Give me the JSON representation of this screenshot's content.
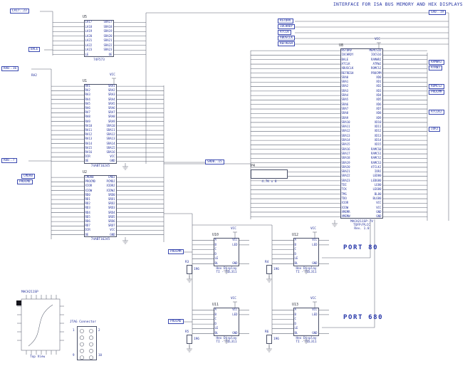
{
  "title": "INTERFACE FOR ISA BUS MEMORY AND HEX DISPLAYS",
  "ports": {
    "port80": "PORT 80",
    "port680": "PORT 680"
  },
  "misc": {
    "vcc": "VCC",
    "gnd": "GND",
    "ra2": "RA2",
    "mach_label": "MACH211SP",
    "top_view": "Top View"
  },
  "p4": {
    "ref": "P4",
    "caption": "4.7K x 8"
  },
  "jtag": {
    "label": "JTAG Connector",
    "n1": "1",
    "n2": "2",
    "n9": "9",
    "n10": "10"
  },
  "tags": [
    {
      "id": "la",
      "text": "LA17..23"
    },
    {
      "id": "sa",
      "text": "SA0..19"
    },
    {
      "id": "bale",
      "text": "BALE"
    },
    {
      "id": "ra",
      "text": "RA0..16"
    },
    {
      "id": "rd",
      "text": "RD0..7"
    },
    {
      "id": "srd",
      "text": "SRD0..15"
    },
    {
      "id": "cmdab",
      "text": "CMDAB"
    },
    {
      "id": "procmd",
      "text": "PROCMD"
    },
    {
      "id": "rstdrv",
      "text": "RSTDRV"
    },
    {
      "id": "iochrdy",
      "text": "IOCHRDY"
    },
    {
      "id": "atclk",
      "text": "ATCLK"
    },
    {
      "id": "xbusclk",
      "text": "XBUSCLK"
    },
    {
      "id": "refresh",
      "text": "REFRESH"
    },
    {
      "id": "ramwrj",
      "text": "RAMWRJ"
    },
    {
      "id": "atrwj",
      "text": "ATRWJ"
    },
    {
      "id": "romcsj",
      "text": "ROMCSJ"
    },
    {
      "id": "procmm",
      "text": "PROCMM"
    },
    {
      "id": "atclkj",
      "text": "ATCLKJ"
    },
    {
      "id": "iorj",
      "text": "IORJ"
    },
    {
      "id": "le80",
      "text": "PROCMM"
    },
    {
      "id": "le680",
      "text": "PROCMD"
    }
  ],
  "components": [
    {
      "id": "u5",
      "ref": "U5",
      "part": [
        "74F573"
      ],
      "left": [
        "LA17",
        "LA18",
        "LA19",
        "LA20",
        "LA21",
        "LA22",
        "LA23",
        "LE"
      ],
      "right": [
        "SRA17",
        "SRA18",
        "SRA19",
        "SRA20",
        "SRA21",
        "SRA22",
        "SRA23",
        "OE"
      ]
    },
    {
      "id": "u1",
      "ref": "U1",
      "part": [
        "74ABT16245"
      ],
      "left": [
        "RA1",
        "RA2",
        "RA3",
        "RA4",
        "RA5",
        "RA6",
        "RA7",
        "RA8",
        "RA9",
        "RA10",
        "RA11",
        "RA12",
        "RA13",
        "RA14",
        "RA15",
        "RA16",
        "DIR",
        "OE"
      ],
      "right": [
        "SRA1",
        "SRA2",
        "SRA3",
        "SRA4",
        "SRA5",
        "SRA6",
        "SRA7",
        "SRA8",
        "SRA9",
        "SRA10",
        "SRA11",
        "SRA12",
        "SRA13",
        "SRA14",
        "SRA15",
        "SRA16",
        "VCC",
        "GND"
      ]
    },
    {
      "id": "u2",
      "ref": "U2",
      "part": [
        "74ABT16245"
      ],
      "left": [
        "CMDAB",
        "PROCMD",
        "XIOR",
        "XIOW",
        "RD0",
        "RD1",
        "RD2",
        "RD3",
        "RD4",
        "RD5",
        "RD6",
        "RD7",
        "DIR",
        "OE"
      ],
      "right": [
        "CMDJ",
        "PCMDJ",
        "XIORJ",
        "XIOWJ",
        "SRD0",
        "SRD1",
        "SRD2",
        "SRD3",
        "SRD4",
        "SRD5",
        "SRD6",
        "SRD7",
        "VCC",
        "GND"
      ]
    },
    {
      "id": "u8",
      "ref": "U8",
      "part": [
        "MACH211SP-7V",
        "TQFP/PLCC",
        "Rev. 1.0"
      ],
      "left": [
        "RSTDRV",
        "IOCHRDY",
        "BALE",
        "ATCLK",
        "XBUSCLK",
        "REFRESH",
        "SRA0",
        "SRA1",
        "SRA2",
        "SRA3",
        "SRA4",
        "SRA5",
        "SRA6",
        "SRA7",
        "SRA8",
        "SRA9",
        "SRA10",
        "SRA11",
        "SRA12",
        "SRA13",
        "SRA14",
        "SRA15",
        "SRA16",
        "SRA17",
        "SRA18",
        "SRA19",
        "SRA20",
        "SRA21",
        "SRA22",
        "SRA23",
        "TDI",
        "TCK",
        "TMS",
        "TDO",
        "XIOR",
        "XIOW",
        "XMEMR",
        "XMEMW"
      ],
      "right": [
        "MEMCS16",
        "IOCS16",
        "RAMWRJ",
        "ATRWJ",
        "ROMCSJ",
        "PROCMM",
        "XD0",
        "XD1",
        "XD2",
        "XD3",
        "XD4",
        "XD5",
        "XD6",
        "XD7",
        "XD8",
        "XD9",
        "XD10",
        "XD11",
        "XD12",
        "XD13",
        "XD14",
        "XD15",
        "RAMCS0",
        "RAMCS1",
        "RAMCS2",
        "RAMCS3",
        "ATCLKJ",
        "IORJ",
        "LED80",
        "LED680",
        "LE80",
        "LE680",
        "BL80",
        "BL680",
        "VCC",
        "VCC",
        "GND",
        "GND"
      ]
    },
    {
      "id": "u10",
      "ref": "U10",
      "part": [
        "Hex Display",
        "TI - TIL311"
      ],
      "left": [
        "A",
        "B",
        "C",
        "D",
        "LE",
        "BL"
      ],
      "right": [
        "VCC",
        "LED",
        "",
        "",
        "",
        "GND"
      ]
    },
    {
      "id": "u12",
      "ref": "U12",
      "part": [
        "Hex Display",
        "TI - TIL311"
      ],
      "left": [
        "A",
        "B",
        "C",
        "D",
        "LE",
        "BL"
      ],
      "right": [
        "VCC",
        "LED",
        "",
        "",
        "",
        "GND"
      ]
    },
    {
      "id": "u11",
      "ref": "U11",
      "part": [
        "Hex Display",
        "TI - TIL311"
      ],
      "left": [
        "A",
        "B",
        "C",
        "D",
        "LE",
        "BL"
      ],
      "right": [
        "VCC",
        "LED",
        "",
        "",
        "",
        "GND"
      ]
    },
    {
      "id": "u13",
      "ref": "U13",
      "part": [
        "Hex Display",
        "TI - TIL311"
      ],
      "left": [
        "A",
        "B",
        "C",
        "D",
        "LE",
        "BL"
      ],
      "right": [
        "VCC",
        "LED",
        "",
        "",
        "",
        "GND"
      ]
    }
  ],
  "resistors": [
    {
      "ref": "R3",
      "value": "196"
    },
    {
      "ref": "R4",
      "value": "196"
    },
    {
      "ref": "R5",
      "value": "196"
    },
    {
      "ref": "R6",
      "value": "196"
    }
  ]
}
